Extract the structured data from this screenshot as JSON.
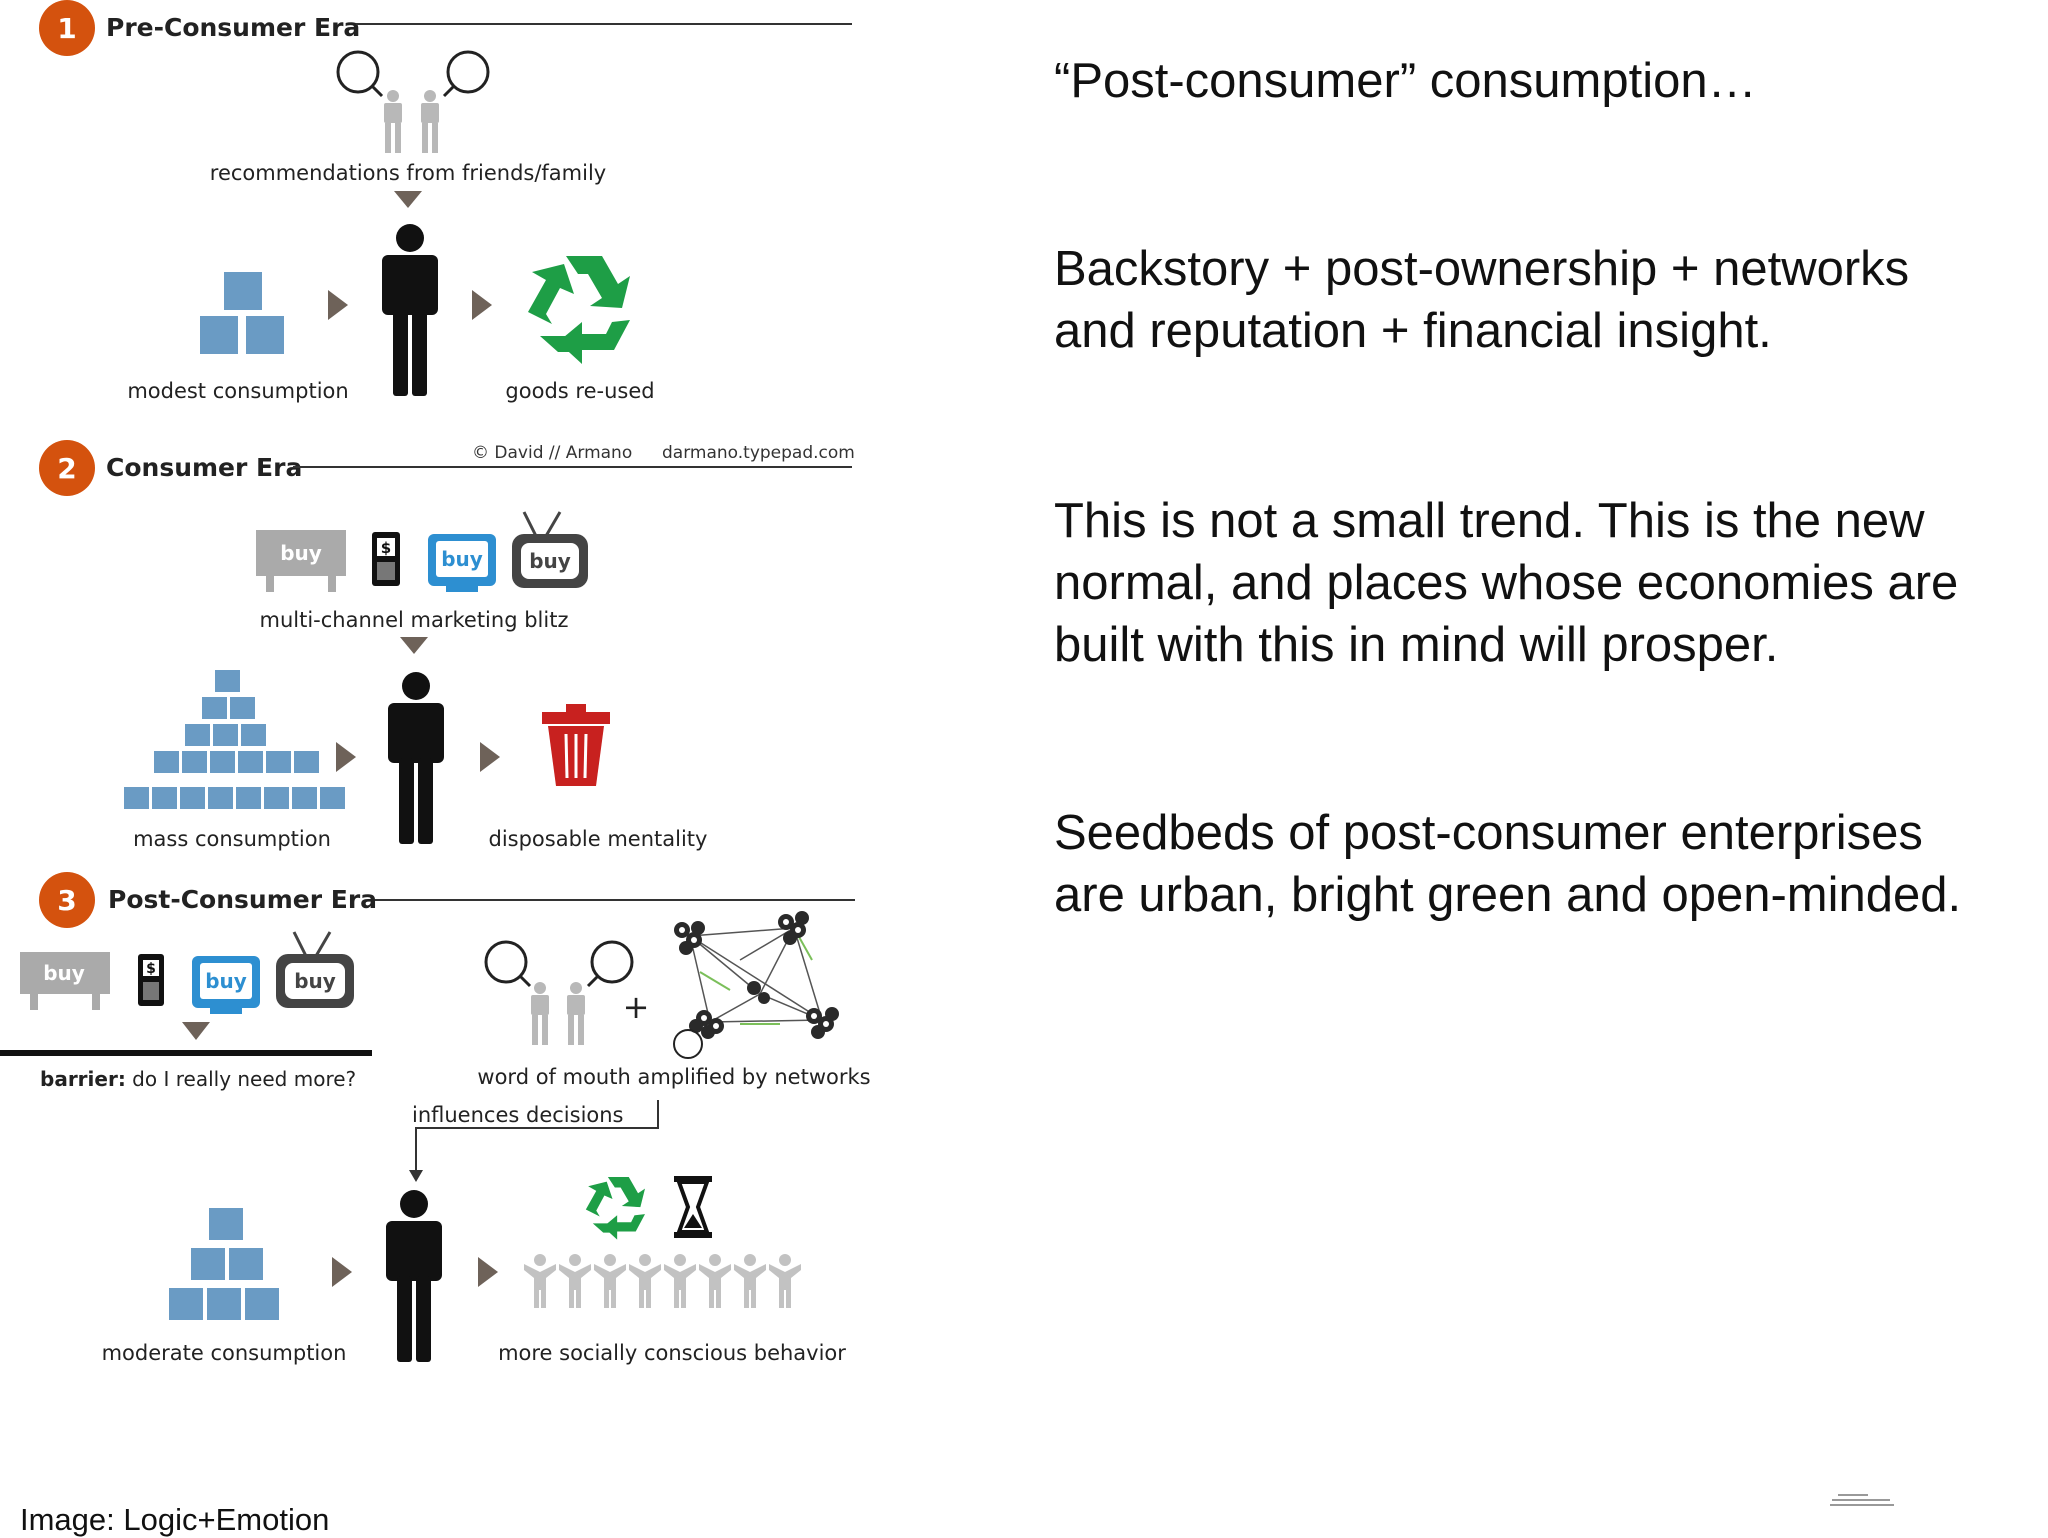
{
  "slide": {
    "right_text": [
      "“Post-consumer” consumption…",
      "Backstory + post-ownership + networks and reputation + financial insight.",
      "This is not a small trend. This is the new normal, and places whose economies are built with this in mind will prosper.",
      "Seedbeds of post-consumer enterprises are urban, bright green and open-minded."
    ],
    "credit": "Image: Logic+Emotion"
  },
  "infographic": {
    "copyright": "© David // Armano",
    "url": "darmano.typepad.com",
    "buy_label": "buy",
    "phone_symbol": "$",
    "plus": "+",
    "sections": [
      {
        "number": "1",
        "title": "Pre-Consumer Era",
        "source_label": "recommendations from friends/family",
        "left_label": "modest consumption",
        "right_label": "goods re-used"
      },
      {
        "number": "2",
        "title": "Consumer Era",
        "source_label": "multi-channel marketing blitz",
        "left_label": "mass consumption",
        "right_label": "disposable mentality"
      },
      {
        "number": "3",
        "title": "Post-Consumer Era",
        "barrier_bold": "barrier:",
        "barrier_text": " do I really need more?",
        "network_label": "word of mouth amplified by networks",
        "influence_label": "influences decisions",
        "left_label": "moderate consumption",
        "right_label": "more socially conscious behavior"
      }
    ]
  },
  "colors": {
    "badge": "#d4520e",
    "box_blue": "#6a9bc4",
    "recycle_green": "#1e9e46",
    "trash_red": "#c8211f",
    "arrow_brown": "#6e6259",
    "ad_gray": "#aaaaaa",
    "screen_blue": "#2d8fd1",
    "tv_dark": "#444444"
  },
  "icons": [
    "recycle-icon",
    "trash-can-icon",
    "hourglass-icon",
    "magnifier-icon",
    "person-icon",
    "tv-icon",
    "phone-icon",
    "network-icon"
  ]
}
